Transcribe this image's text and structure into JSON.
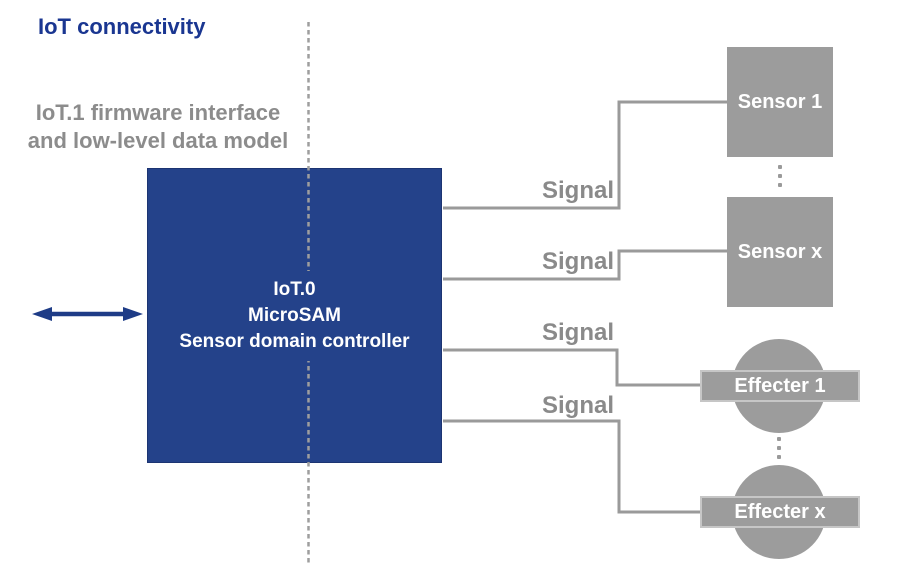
{
  "title": "IoT connectivity",
  "caption": {
    "line1": "IoT.1 firmware interface",
    "line2": "and low-level data model"
  },
  "controller": {
    "line1": "IoT.0",
    "line2": "MicroSAM",
    "line3": "Sensor domain controller"
  },
  "signals": [
    {
      "label": "Signal"
    },
    {
      "label": "Signal"
    },
    {
      "label": "Signal"
    },
    {
      "label": "Signal"
    }
  ],
  "devices": {
    "sensors": [
      {
        "label": "Sensor 1"
      },
      {
        "label": "Sensor x"
      }
    ],
    "effecters": [
      {
        "label": "Effecter 1"
      },
      {
        "label": "Effecter x"
      }
    ]
  },
  "icons": {
    "bidirectional_arrow": "left-right-double-arrow",
    "domain_boundary": "vertical-dashed-line",
    "ellipsis": "vertical-dots"
  },
  "colors": {
    "brand_blue": "#24428A",
    "title_blue": "#1A3691",
    "device_gray": "#9C9C9C",
    "line_gray": "#9A9A9A",
    "text_gray": "#8A8A8A",
    "label_white": "#FFFFFF"
  }
}
